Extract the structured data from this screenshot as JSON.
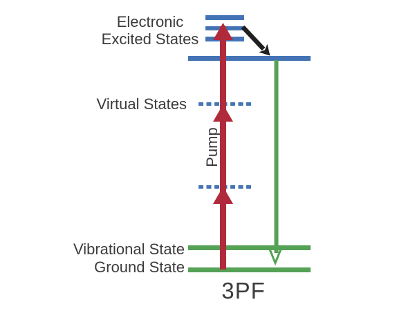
{
  "labels": {
    "electronic_excited_states": "Electronic\nExcited States",
    "virtual_states": "Virtual States",
    "pump": "Pump",
    "vibrational_state": "Vibrational State",
    "ground_state": "Ground State",
    "process": "3PF"
  },
  "colors": {
    "level_blue": "#4373b5",
    "level_green": "#55a155",
    "pump_red": "#b02a3c",
    "relaxation_black": "#1f1f1f",
    "text": "#3b3b3b",
    "background": "#ffffff"
  },
  "diagram": {
    "type": "energy-level-diagram",
    "process_label": "3PF",
    "levels": [
      {
        "name": "electronic-excited-band-1",
        "group": "Electronic Excited States",
        "style": "solid",
        "color": "#4373b5"
      },
      {
        "name": "electronic-excited-band-2",
        "group": "Electronic Excited States",
        "style": "solid",
        "color": "#4373b5"
      },
      {
        "name": "electronic-excited-band-3",
        "group": "Electronic Excited States",
        "style": "solid",
        "color": "#4373b5"
      },
      {
        "name": "lowest-excited-level",
        "group": "Electronic Excited States",
        "style": "solid",
        "color": "#4373b5"
      },
      {
        "name": "virtual-state-upper",
        "group": "Virtual States",
        "style": "dashed",
        "color": "#4373b5"
      },
      {
        "name": "virtual-state-lower",
        "group": "Virtual States",
        "style": "dashed",
        "color": "#4373b5"
      },
      {
        "name": "vibrational-state",
        "group": "Vibrational State",
        "style": "solid",
        "color": "#55a155"
      },
      {
        "name": "ground-state",
        "group": "Ground State",
        "style": "solid",
        "color": "#55a155"
      }
    ],
    "arrows": [
      {
        "name": "pump-excitation-arrow",
        "label": "Pump",
        "color": "#b02a3c",
        "direction": "up",
        "arrowheads": 3,
        "from": "Ground State",
        "to": "Electronic Excited States"
      },
      {
        "name": "nonradiative-relaxation-arrow",
        "label": "",
        "color": "#1f1f1f",
        "direction": "down-right",
        "arrowheads": 1,
        "from": "Electronic Excited States",
        "to": "lowest excited level"
      },
      {
        "name": "fluorescence-emission-arrow",
        "label": "",
        "color": "#55a155",
        "direction": "down",
        "arrowheads": 1,
        "head_style": "open",
        "from": "lowest excited level",
        "to": "Vibrational State"
      }
    ]
  }
}
